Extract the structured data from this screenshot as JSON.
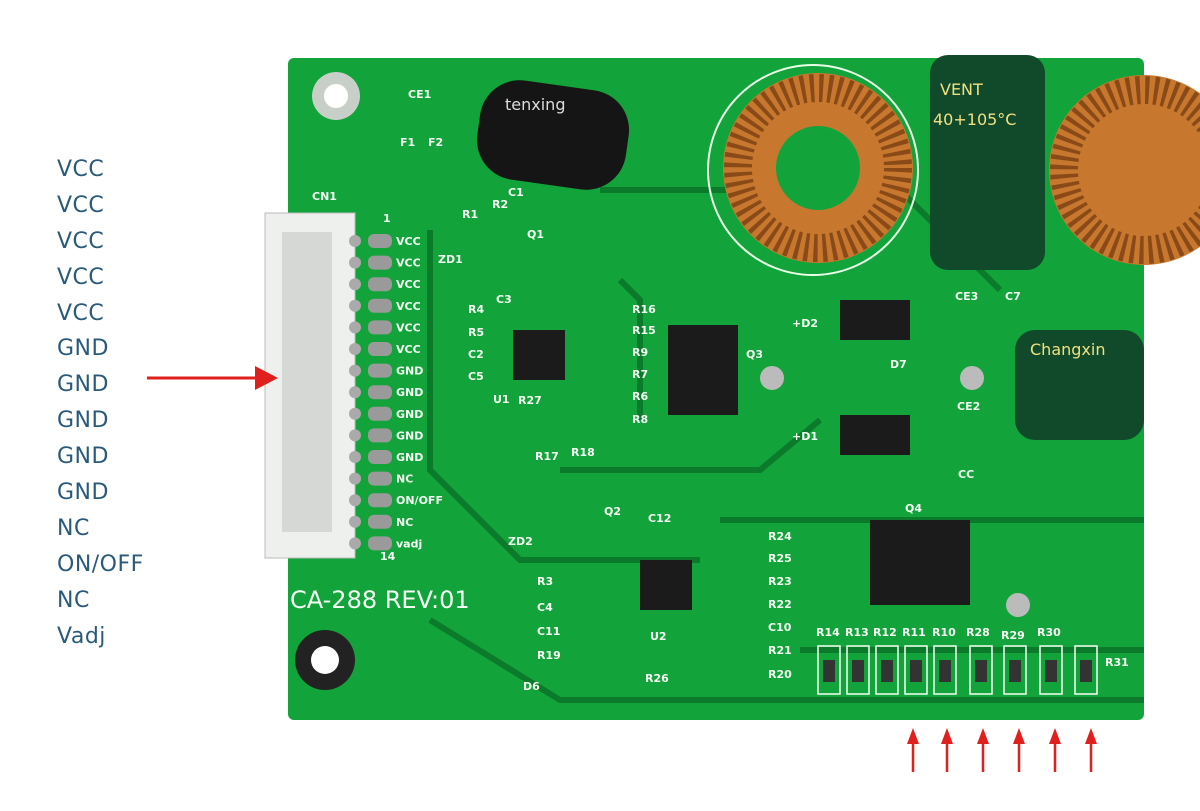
{
  "pinout": {
    "labels": [
      "VCC",
      "VCC",
      "VCC",
      "VCC",
      "VCC",
      "GND",
      "GND",
      "GND",
      "GND",
      "GND",
      "NC",
      "ON/OFF",
      "NC",
      "Vadj"
    ]
  },
  "board": {
    "model_label": "CA-288 REV:01",
    "connector_label": "CN1",
    "connector_pin_first": "1",
    "connector_pin_last": "14",
    "connector_pin_silk": [
      "VCC",
      "VCC",
      "VCC",
      "VCC",
      "VCC",
      "VCC",
      "GND",
      "GND",
      "GND",
      "GND",
      "GND",
      "NC",
      "ON/OFF",
      "NC",
      "vadj"
    ],
    "component_labels": [
      "CE1",
      "F1",
      "F2",
      "C1",
      "R1",
      "R2",
      "Q1",
      "ZD1",
      "C3",
      "R4",
      "R5",
      "C2",
      "C5",
      "U1",
      "R27",
      "R16",
      "R15",
      "R9",
      "R7",
      "R6",
      "R8",
      "Q3",
      "+D2",
      "D7",
      "+D1",
      "CE3",
      "C7",
      "CE2",
      "CC",
      "R17",
      "R18",
      "Q2",
      "ZD2",
      "C12",
      "R3",
      "C4",
      "C11",
      "R19",
      "D6",
      "U2",
      "R26",
      "R24",
      "R25",
      "R23",
      "R22",
      "C10",
      "R21",
      "R20",
      "Q4",
      "R14",
      "R13",
      "R12",
      "R11",
      "R10",
      "R28",
      "R29",
      "R30",
      "R31"
    ],
    "capacitor_text": [
      "tenxing",
      "VENT",
      "40+105°C",
      "Changxin"
    ]
  },
  "colors": {
    "pcb": "#12a33a",
    "pcb_dark": "#0b7a2a",
    "silk": "#f4fff4",
    "arrow": "#e0201c",
    "text": "#2a5a7a",
    "copper": "#c8782e"
  }
}
